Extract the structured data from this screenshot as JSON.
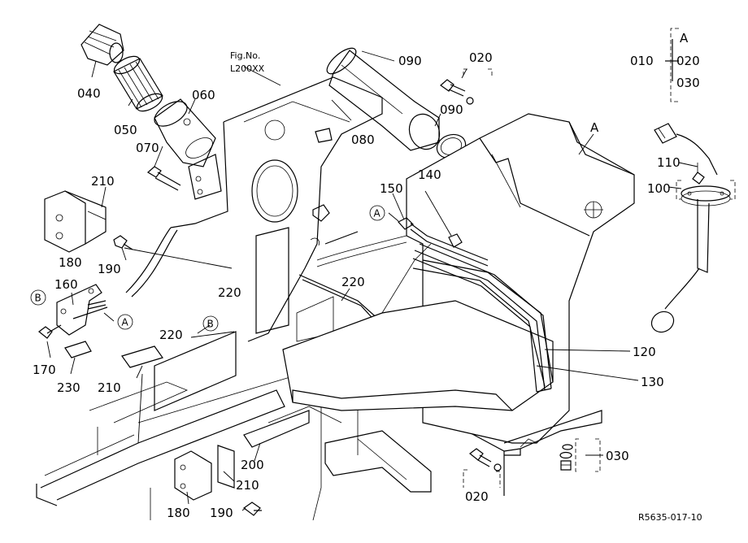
{
  "figure": {
    "fig_no_label": "Fig.No.",
    "fig_code": "L200XX",
    "drawing_ref": "R5635-017-10"
  },
  "legend": {
    "root": "010",
    "letter": "A",
    "children": [
      "020",
      "030"
    ]
  },
  "callouts": {
    "p040": "040",
    "p050": "050",
    "p060": "060",
    "p070": "070",
    "p080": "080",
    "p090a": "090",
    "p090b": "090",
    "p020a": "020",
    "p020b": "020",
    "p030": "030",
    "p100": "100",
    "p110": "110",
    "p120": "120",
    "p130": "130",
    "p140": "140",
    "p150": "150",
    "p160": "160",
    "p170": "170",
    "p180a": "180",
    "p180b": "180",
    "p190a": "190",
    "p190b": "190",
    "p200": "200",
    "p210a": "210",
    "p210b": "210",
    "p210c": "210",
    "p220a": "220",
    "p220b": "220",
    "p220c": "220",
    "p230": "230",
    "tankA": "A"
  },
  "markers": {
    "a1": "A",
    "a2": "A",
    "b1": "B",
    "b2": "B"
  }
}
